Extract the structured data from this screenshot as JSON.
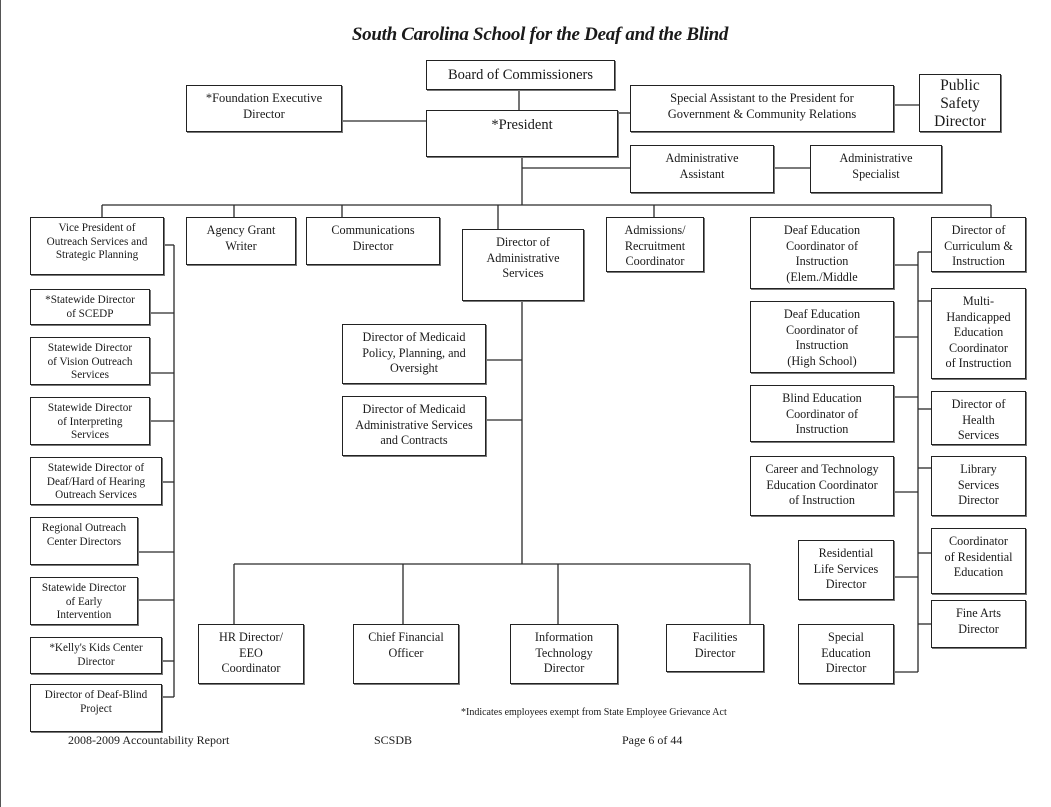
{
  "document": {
    "title": "South Carolina School for the Deaf and the Blind",
    "note": "*Indicates employees exempt from State Employee Grievance Act",
    "footer": {
      "left": "2008-2009 Accountability Report",
      "center": "SCSDB",
      "right": "Page 6 of 44"
    }
  },
  "org": {
    "top": {
      "board": "Board of Commissioners",
      "president": "*President",
      "foundation": "*Foundation Executive\nDirector",
      "special_assistant": "Special Assistant to the President for\nGovernment & Community Relations",
      "public_safety": "Public\nSafety\nDirector",
      "admin_assistant": "Administrative\nAssistant",
      "admin_specialist": "Administrative\nSpecialist"
    },
    "row": {
      "vp_outreach": "Vice President of\nOutreach Services and\nStrategic Planning",
      "grant_writer": "Agency Grant\nWriter",
      "communications": "Communications\nDirector",
      "admin_services": "Director of\nAdministrative\nServices",
      "admissions": "Admissions/\nRecruitment\nCoordinator",
      "curriculum": "Director of\nCurriculum &\nInstruction"
    },
    "outreach": [
      "*Statewide Director\nof SCEDP",
      "Statewide Director\nof Vision Outreach\nServices",
      "Statewide Director\nof Interpreting\nServices",
      "Statewide Director of\nDeaf/Hard of Hearing\nOutreach Services",
      "Regional Outreach\nCenter Directors",
      "Statewide Director\nof Early\nIntervention",
      "*Kelly's Kids Center\nDirector",
      "Director of Deaf-Blind\nProject"
    ],
    "medicaid": [
      "Director of Medicaid\nPolicy, Planning, and\nOversight",
      "Director of Medicaid\nAdministrative Services\nand Contracts"
    ],
    "admin_reports": [
      "HR Director/\nEEO\nCoordinator",
      "Chief Financial\nOfficer",
      "Information\nTechnology\nDirector",
      "Facilities\nDirector"
    ],
    "curriculum_left": [
      "Deaf Education\nCoordinator of\nInstruction\n(Elem./Middle",
      "Deaf Education\nCoordinator of\nInstruction\n(High School)",
      "Blind Education\nCoordinator of\nInstruction",
      "Career and Technology\nEducation Coordinator\nof Instruction",
      "Residential\nLife Services\nDirector",
      "Special\nEducation\nDirector"
    ],
    "curriculum_right": [
      "Multi-\nHandicapped\nEducation\nCoordinator\nof Instruction",
      "Director of\nHealth\nServices",
      "Library\nServices\nDirector",
      "Coordinator\nof Residential\nEducation",
      "Fine Arts\nDirector"
    ]
  }
}
